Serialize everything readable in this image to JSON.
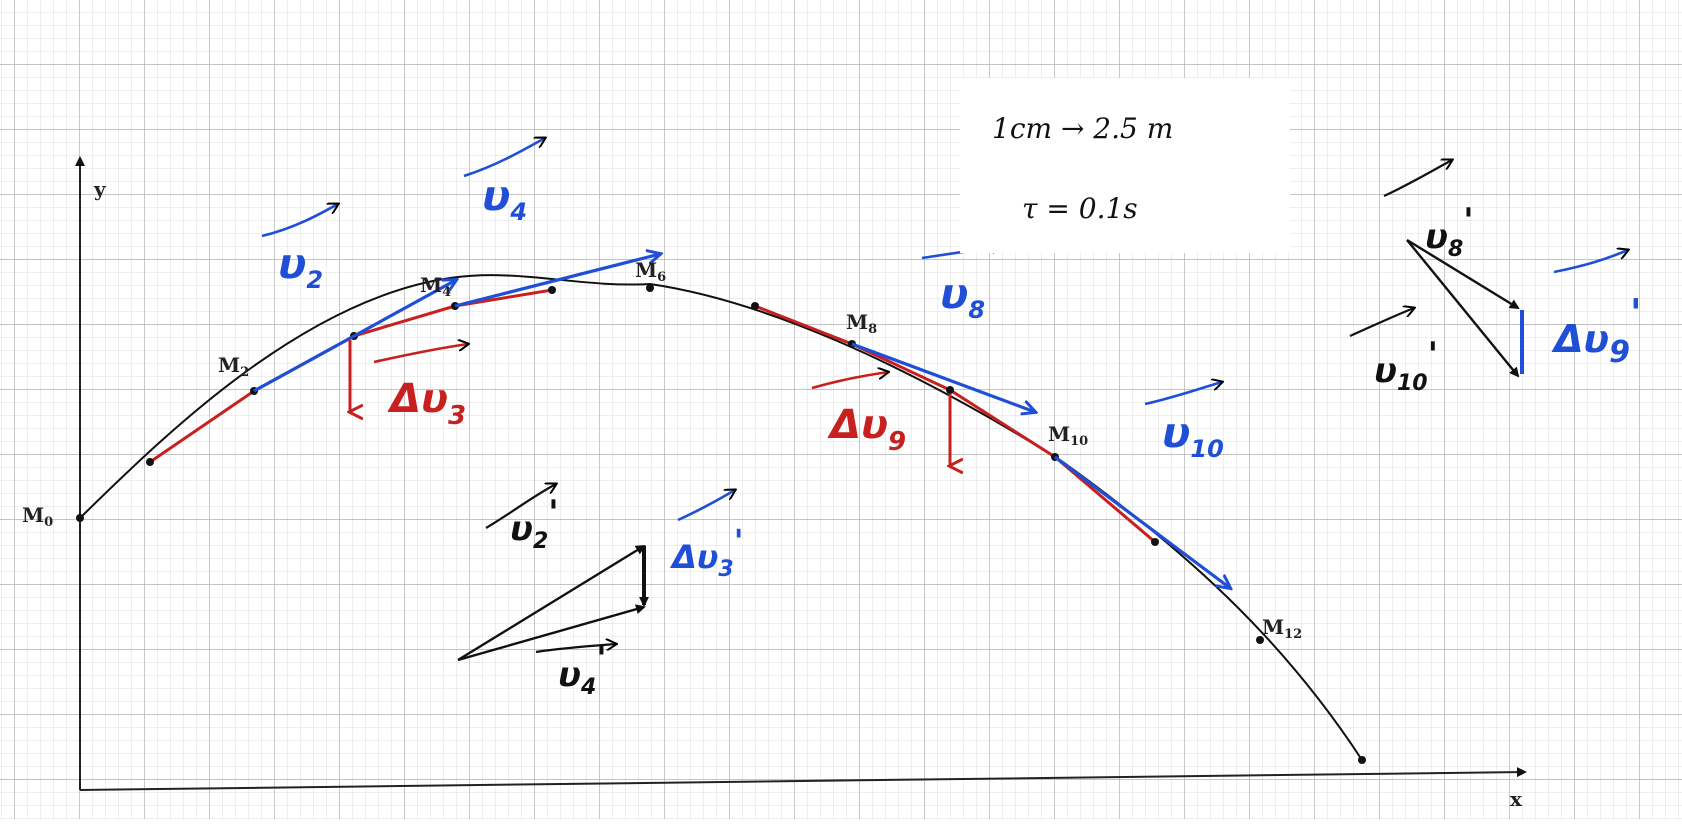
{
  "scale": {
    "line1": "1cm → 2.5 m",
    "line2": "τ  = 0.1s"
  },
  "axes": {
    "x_label": "x",
    "y_label": "y"
  },
  "points": [
    {
      "name": "M",
      "sub": "0"
    },
    {
      "name": "M",
      "sub": "2"
    },
    {
      "name": "M",
      "sub": "4"
    },
    {
      "name": "M",
      "sub": "6"
    },
    {
      "name": "M",
      "sub": "8"
    },
    {
      "name": "M",
      "sub": "10"
    },
    {
      "name": "M",
      "sub": "12"
    }
  ],
  "vector_labels": {
    "v2": {
      "base": "υ",
      "sub": "2"
    },
    "v4": {
      "base": "υ",
      "sub": "4"
    },
    "v8": {
      "base": "υ",
      "sub": "8"
    },
    "v10": {
      "base": "υ",
      "sub": "10"
    },
    "dv3": {
      "base": "Δυ",
      "sub": "3"
    },
    "dv9": {
      "base": "Δυ",
      "sub": "9"
    },
    "v2p": {
      "base": "υ",
      "sub": "2",
      "prime": "'"
    },
    "v4p": {
      "base": "υ",
      "sub": "4",
      "prime": "'"
    },
    "dv3p": {
      "base": "Δυ",
      "sub": "3",
      "prime": "'"
    },
    "v8p": {
      "base": "υ",
      "sub": "8",
      "prime": "'"
    },
    "v10p": {
      "base": "υ",
      "sub": "10",
      "prime": "'"
    },
    "dv9p": {
      "base": "Δυ",
      "sub": "9",
      "prime": "'"
    }
  },
  "colors": {
    "grid_minor": "#d9d9d9",
    "grid_major": "#b5b5b5",
    "trajectory": "#111111",
    "velocity": "#1f4fd6",
    "delta_v": "#c8201e",
    "construction": "#111111"
  }
}
